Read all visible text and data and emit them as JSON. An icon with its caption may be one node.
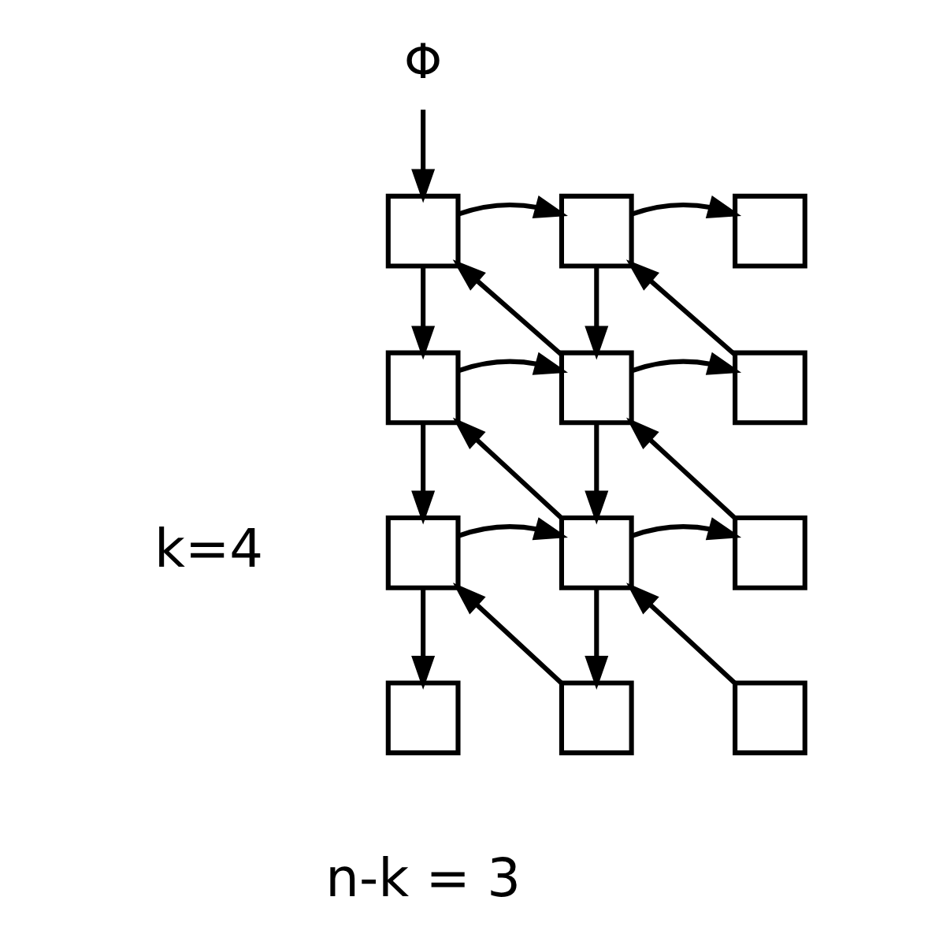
{
  "diagram": {
    "nodes": [
      {
        "text": [
          "Φ"
        ]
      },
      {
        "text": [],
        "shape": "box"
      },
      {
        "text": [],
        "shape": "box"
      },
      {
        "text": [],
        "shape": "box"
      },
      {
        "text": [],
        "shape": "box"
      },
      {
        "text": [],
        "shape": "box"
      },
      {
        "text": [],
        "shape": "box"
      },
      {
        "text": [],
        "shape": "box"
      },
      {
        "text": [],
        "shape": "box"
      },
      {
        "text": [],
        "shape": "box"
      },
      {
        "text": [],
        "shape": "box"
      },
      {
        "text": [],
        "shape": "box"
      },
      {
        "text": [],
        "shape": "box"
      }
    ],
    "edges": [
      {
        "from": 0,
        "to": 1,
        "arrow": "to"
      },
      {
        "from": 1,
        "to": 2,
        "arrow": "to"
      },
      {
        "from": 2,
        "to": 3,
        "arrow": "to"
      },
      {
        "from": 1,
        "to": 4,
        "arrow": "to"
      },
      {
        "from": 5,
        "to": 1,
        "arrow": "to"
      },
      {
        "from": 2,
        "to": 5,
        "arrow": "to"
      },
      {
        "from": 6,
        "to": 2,
        "arrow": "to"
      },
      {
        "from": 4,
        "to": 5,
        "arrow": "to"
      },
      {
        "from": 5,
        "to": 6,
        "arrow": "to"
      },
      {
        "from": 4,
        "to": 7,
        "arrow": "to"
      },
      {
        "from": 8,
        "to": 4,
        "arrow": "to"
      },
      {
        "from": 5,
        "to": 8,
        "arrow": "to"
      },
      {
        "from": 9,
        "to": 5,
        "arrow": "to"
      },
      {
        "from": 7,
        "to": 8,
        "arrow": "to"
      },
      {
        "from": 8,
        "to": 9,
        "arrow": "to"
      },
      {
        "from": 7,
        "to": 10,
        "arrow": "to"
      },
      {
        "from": 11,
        "to": 7,
        "arrow": "to"
      },
      {
        "from": 8,
        "to": 11,
        "arrow": "to"
      },
      {
        "from": 12,
        "to": 8,
        "arrow": "to"
      }
    ],
    "labels": [
      "k=4",
      "n-k = 3"
    ]
  }
}
